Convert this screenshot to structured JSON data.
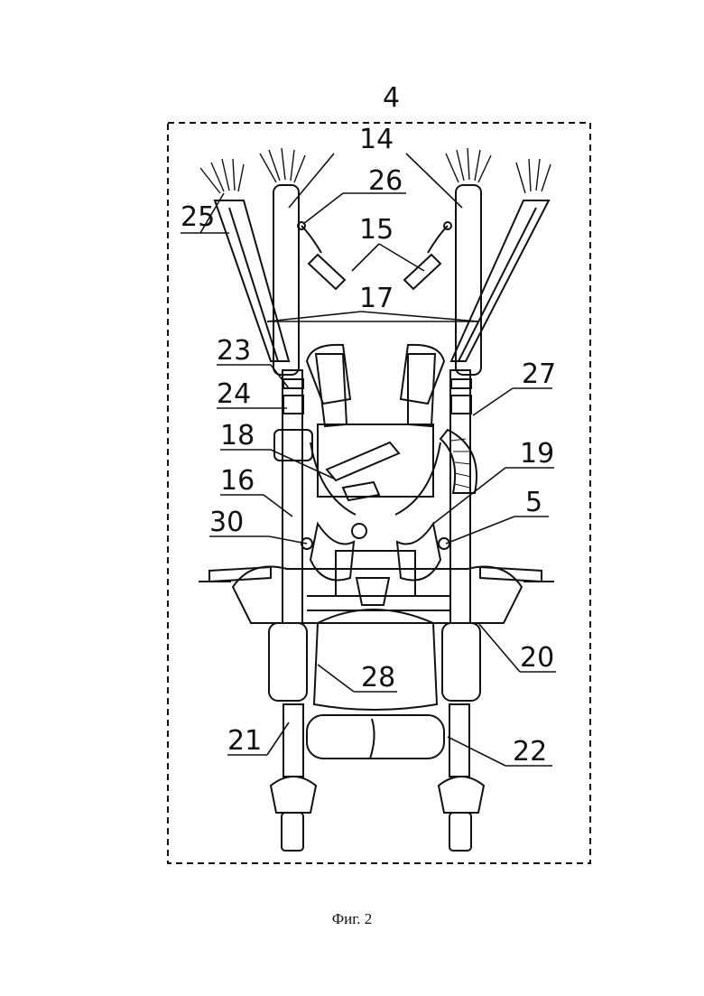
{
  "figure": {
    "group_label": "4",
    "caption": "Фиг. 2",
    "labels": {
      "l14": "14",
      "l25": "25",
      "l26": "26",
      "l15": "15",
      "l17": "17",
      "l23": "23",
      "l24": "24",
      "l27": "27",
      "l18": "18",
      "l19": "19",
      "l16": "16",
      "l30": "30",
      "l5": "5",
      "l20": "20",
      "l28": "28",
      "l21": "21",
      "l22": "22"
    }
  }
}
